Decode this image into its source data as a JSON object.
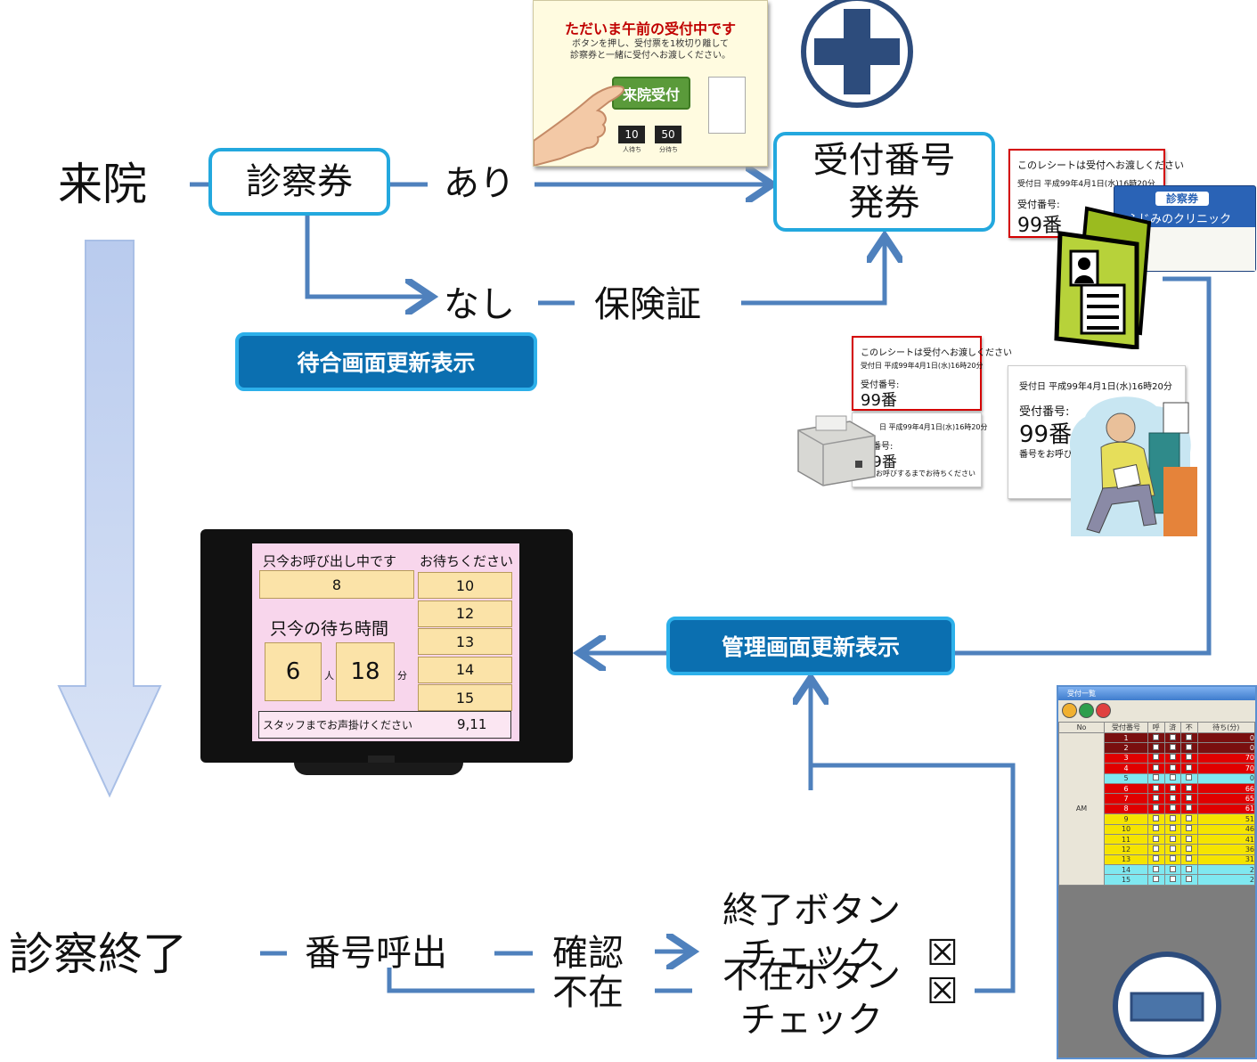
{
  "flow": {
    "raiin": "来院",
    "shinsatsuken": "診察券",
    "ari": "あり",
    "nashi": "なし",
    "hokensho": "保険証",
    "uketsuke_line1": "受付番号",
    "uketsuke_line2": "発券",
    "badge_waiting": "待合画面更新表示",
    "badge_admin": "管理画面更新表示",
    "shinsatsu_shuryo": "診察終了",
    "bango_yobidashi": "番号呼出",
    "kakunin": "確認",
    "fuzai": "不在",
    "end_button_line1": "終了ボタン",
    "end_button_line2": "チェック",
    "absent_button_line1": "不在ボタン",
    "absent_button_line2": "チェック",
    "checkbox_glyph": "☒"
  },
  "kiosk": {
    "title": "ただいま午前の受付中です",
    "instruction_line1": "ボタンを押し、受付票を1枚切り離して",
    "instruction_line2": "診察券と一緒に受付へお渡しください。",
    "button": "来院受付",
    "waiting_people": "10",
    "waiting_minutes": "50",
    "people_label": "人待ち",
    "minutes_label": "分待ち"
  },
  "receipt_main": {
    "notice": "このレシートは受付へお渡しください",
    "date": "受付日 平成99年4月1日(水)16時20分",
    "label": "受付番号:",
    "number": "99番"
  },
  "patient_card": {
    "title": "診察券",
    "clinic": "ふじみのクリニック"
  },
  "receipt_printer": {
    "notice": "このレシートは受付へお渡しください",
    "date": "受付日 平成99年4月1日(水)16時20分",
    "label": "受付番号:",
    "number": "99番",
    "stub_date": "日 平成99年4月1日(水)16時20分",
    "stub_label": "番号:",
    "stub_number": "9番",
    "stub_note": "待ちお呼びするまでお待ちください"
  },
  "receipt_waiting": {
    "date": "受付日 平成99年4月1日(水)16時20分",
    "label": "受付番号:",
    "number": "99番",
    "note": "番号をお呼び"
  },
  "tv_screen": {
    "calling_header": "只今お呼び出し中です",
    "waiting_header": "お待ちください",
    "calling_number": "8",
    "waiting_numbers": [
      "10",
      "12",
      "13",
      "14",
      "15"
    ],
    "wait_time_label": "只今の待ち時間",
    "people_count": "6",
    "people_unit": "人",
    "minutes": "18",
    "minutes_unit": "分",
    "staff_notice": "スタッフまでお声掛けください",
    "staff_numbers": "9,11"
  },
  "admin_window": {
    "title": "受付一覧",
    "headers": [
      "No",
      "受付番号",
      "呼",
      "済",
      "不",
      "待ち(分)"
    ],
    "session": "AM",
    "rows": [
      {
        "no": "1",
        "color": "#7a0f0f",
        "wait": "0"
      },
      {
        "no": "2",
        "color": "#7a0f0f",
        "wait": "0"
      },
      {
        "no": "3",
        "color": "#e00000",
        "wait": "70"
      },
      {
        "no": "4",
        "color": "#e00000",
        "wait": "70"
      },
      {
        "no": "5",
        "color": "#7fe8f0",
        "wait": "0"
      },
      {
        "no": "6",
        "color": "#e00000",
        "wait": "66"
      },
      {
        "no": "7",
        "color": "#e00000",
        "wait": "65"
      },
      {
        "no": "8",
        "color": "#e00000",
        "wait": "61"
      },
      {
        "no": "9",
        "color": "#f5e400",
        "wait": "51"
      },
      {
        "no": "10",
        "color": "#f5e400",
        "wait": "46"
      },
      {
        "no": "11",
        "color": "#f5e400",
        "wait": "41"
      },
      {
        "no": "12",
        "color": "#f5e400",
        "wait": "36"
      },
      {
        "no": "13",
        "color": "#f5e400",
        "wait": "31"
      },
      {
        "no": "14",
        "color": "#7fe8f0",
        "wait": "2"
      },
      {
        "no": "15",
        "color": "#7fe8f0",
        "wait": "2"
      }
    ]
  },
  "colors": {
    "accent_blue": "#23a8de",
    "badge_fill": "#0b6fb0",
    "line_blue": "#4f81bd",
    "icon_navy": "#2d4c7c",
    "icon_fill": "#4a74a8"
  }
}
